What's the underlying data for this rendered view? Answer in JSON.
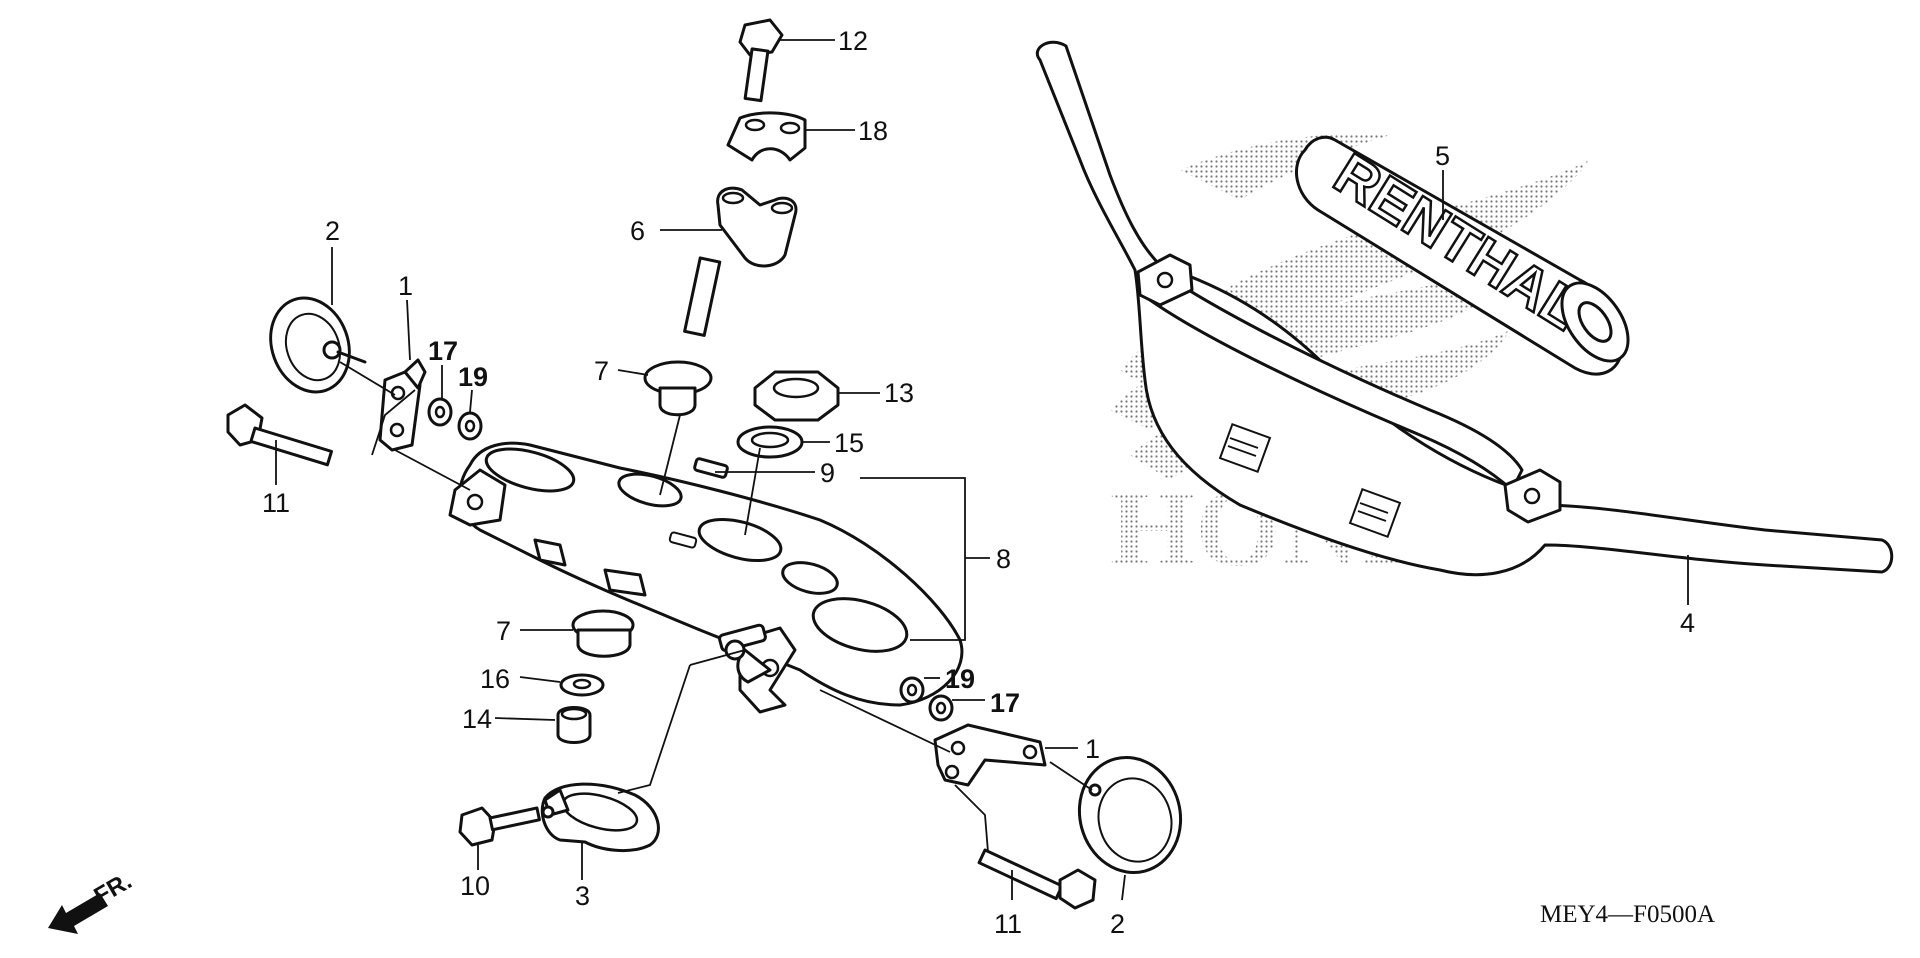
{
  "diagram": {
    "drawing_code": "MEY4—F0500A",
    "direction_label": "FR.",
    "watermark_text": "HONDA",
    "grip_print": "RENTHAL",
    "callouts": {
      "c1a": "1",
      "c1b": "1",
      "c2a": "2",
      "c2b": "2",
      "c3": "3",
      "c4": "4",
      "c5": "5",
      "c6": "6",
      "c7a": "7",
      "c7b": "7",
      "c8": "8",
      "c9": "9",
      "c10": "10",
      "c11a": "11",
      "c11b": "11",
      "c12": "12",
      "c13": "13",
      "c14": "14",
      "c15": "15",
      "c16": "16",
      "c17a": "17",
      "c17b": "17",
      "c18": "18",
      "c19a": "19",
      "c19b": "19"
    }
  }
}
